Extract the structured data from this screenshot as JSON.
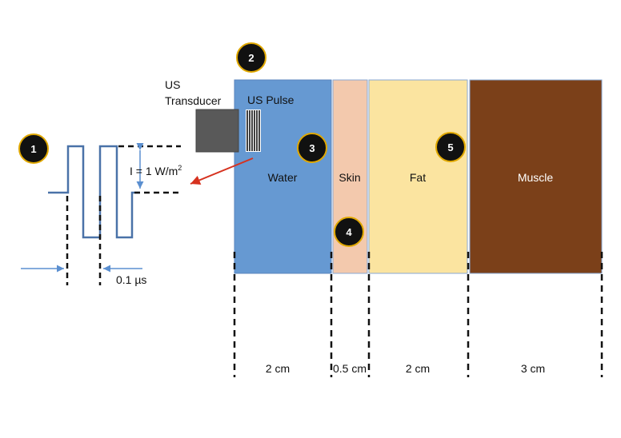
{
  "transducer": {
    "label_line1": "US",
    "label_line2": "Transducer",
    "pulse_label": "US Pulse"
  },
  "pulse": {
    "intensity_label": "I = 1 W/m",
    "intensity_sup": "2",
    "duration_label": "0.1 µs"
  },
  "layers": [
    {
      "name": "Water",
      "thickness": "2 cm",
      "color": "#6699d2"
    },
    {
      "name": "Skin",
      "thickness": "0.5 cm",
      "color": "#f3c9ad"
    },
    {
      "name": "Fat",
      "thickness": "2 cm",
      "color": "#fbe4a0"
    },
    {
      "name": "Muscle",
      "thickness": "3 cm",
      "color": "#7b4019"
    }
  ],
  "badges": [
    "1",
    "2",
    "3",
    "4",
    "5"
  ],
  "colors": {
    "wave": "#4a72a8",
    "arrow": "#d6321f",
    "badge_fill": "#111111",
    "badge_ring": "#e0a800",
    "transducer": "#595959"
  }
}
